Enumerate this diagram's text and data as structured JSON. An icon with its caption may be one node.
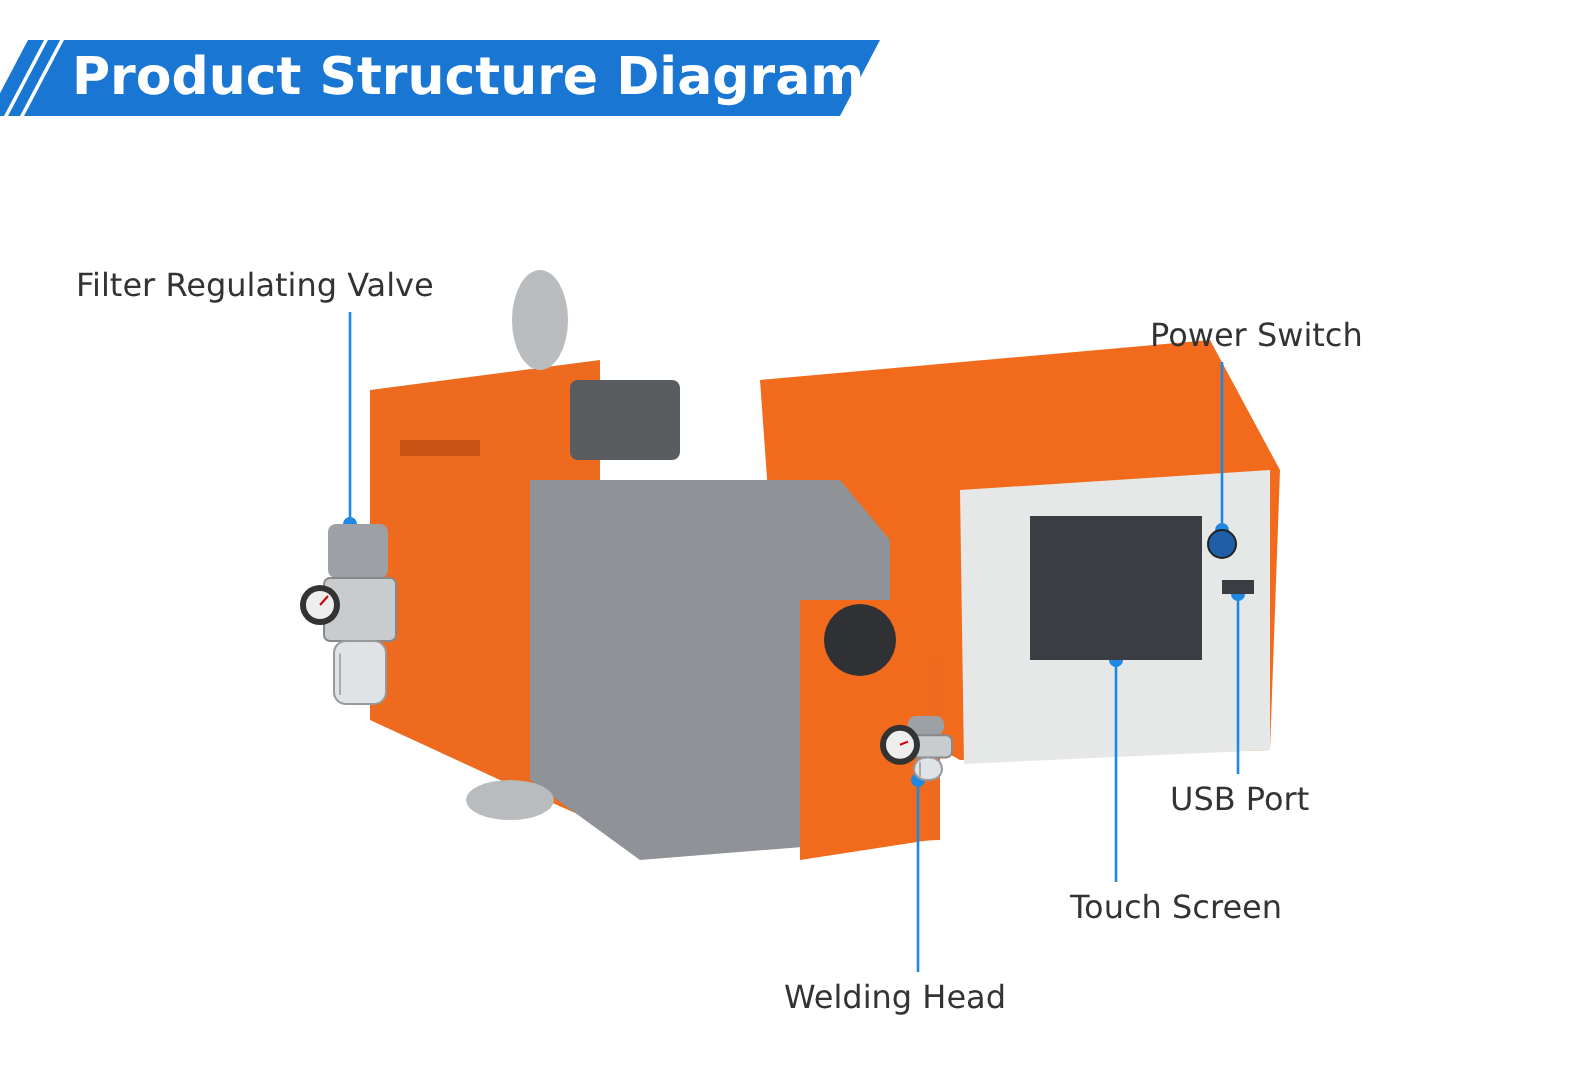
{
  "diagram": {
    "title": "Product Structure Diagram",
    "nodes": [
      {
        "text": [
          "Filter Regulating Valve"
        ]
      },
      {
        "text": [
          "Power Switch"
        ]
      },
      {
        "text": [
          "USB Port"
        ]
      },
      {
        "text": [
          "Touch Screen"
        ]
      },
      {
        "text": [
          "Welding Head"
        ]
      },
      {
        "text": [],
        "shape": "picture"
      },
      {
        "text": [],
        "shape": "circle"
      },
      {
        "text": [],
        "shape": "box"
      },
      {
        "text": [],
        "shape": "box"
      },
      {
        "text": [],
        "shape": "picture"
      }
    ],
    "edges": [
      {
        "from": 0,
        "to": 5,
        "arrow": "other"
      },
      {
        "from": 1,
        "to": 6,
        "arrow": "other"
      },
      {
        "from": 2,
        "to": 8,
        "arrow": "other"
      },
      {
        "from": 3,
        "to": 7,
        "arrow": "other"
      },
      {
        "from": 4,
        "to": 9,
        "arrow": "other"
      }
    ]
  }
}
